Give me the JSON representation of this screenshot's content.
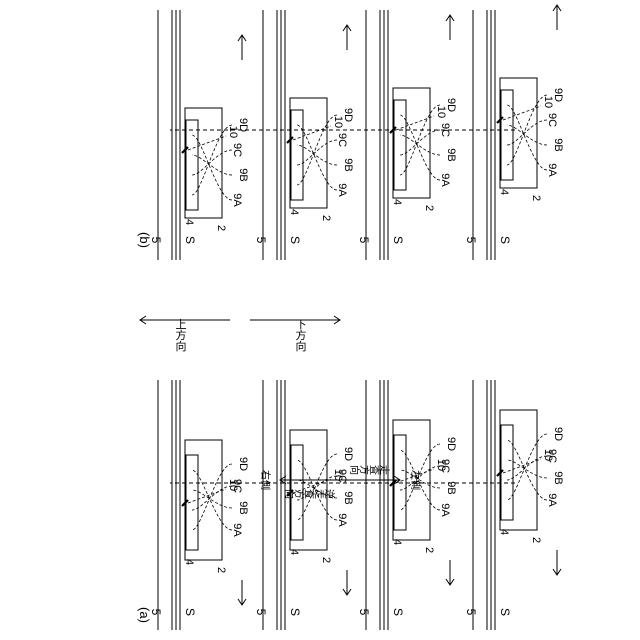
{
  "figure": {
    "panel_a_label": "(a)",
    "panel_b_label": "(b)",
    "labels": {
      "sheet": "S",
      "rail": "5",
      "housing": "2",
      "window": "4",
      "sensor": "10",
      "element_a": "9A",
      "element_b": "9B",
      "element_c": "9C",
      "element_d": "9D"
    },
    "legend": {
      "up": "上方向",
      "down": "下方向",
      "scan_direction": "走査方向",
      "reverse_scan_direction": "逆走査方向",
      "left_side": "左側",
      "right_side": "右側"
    }
  }
}
